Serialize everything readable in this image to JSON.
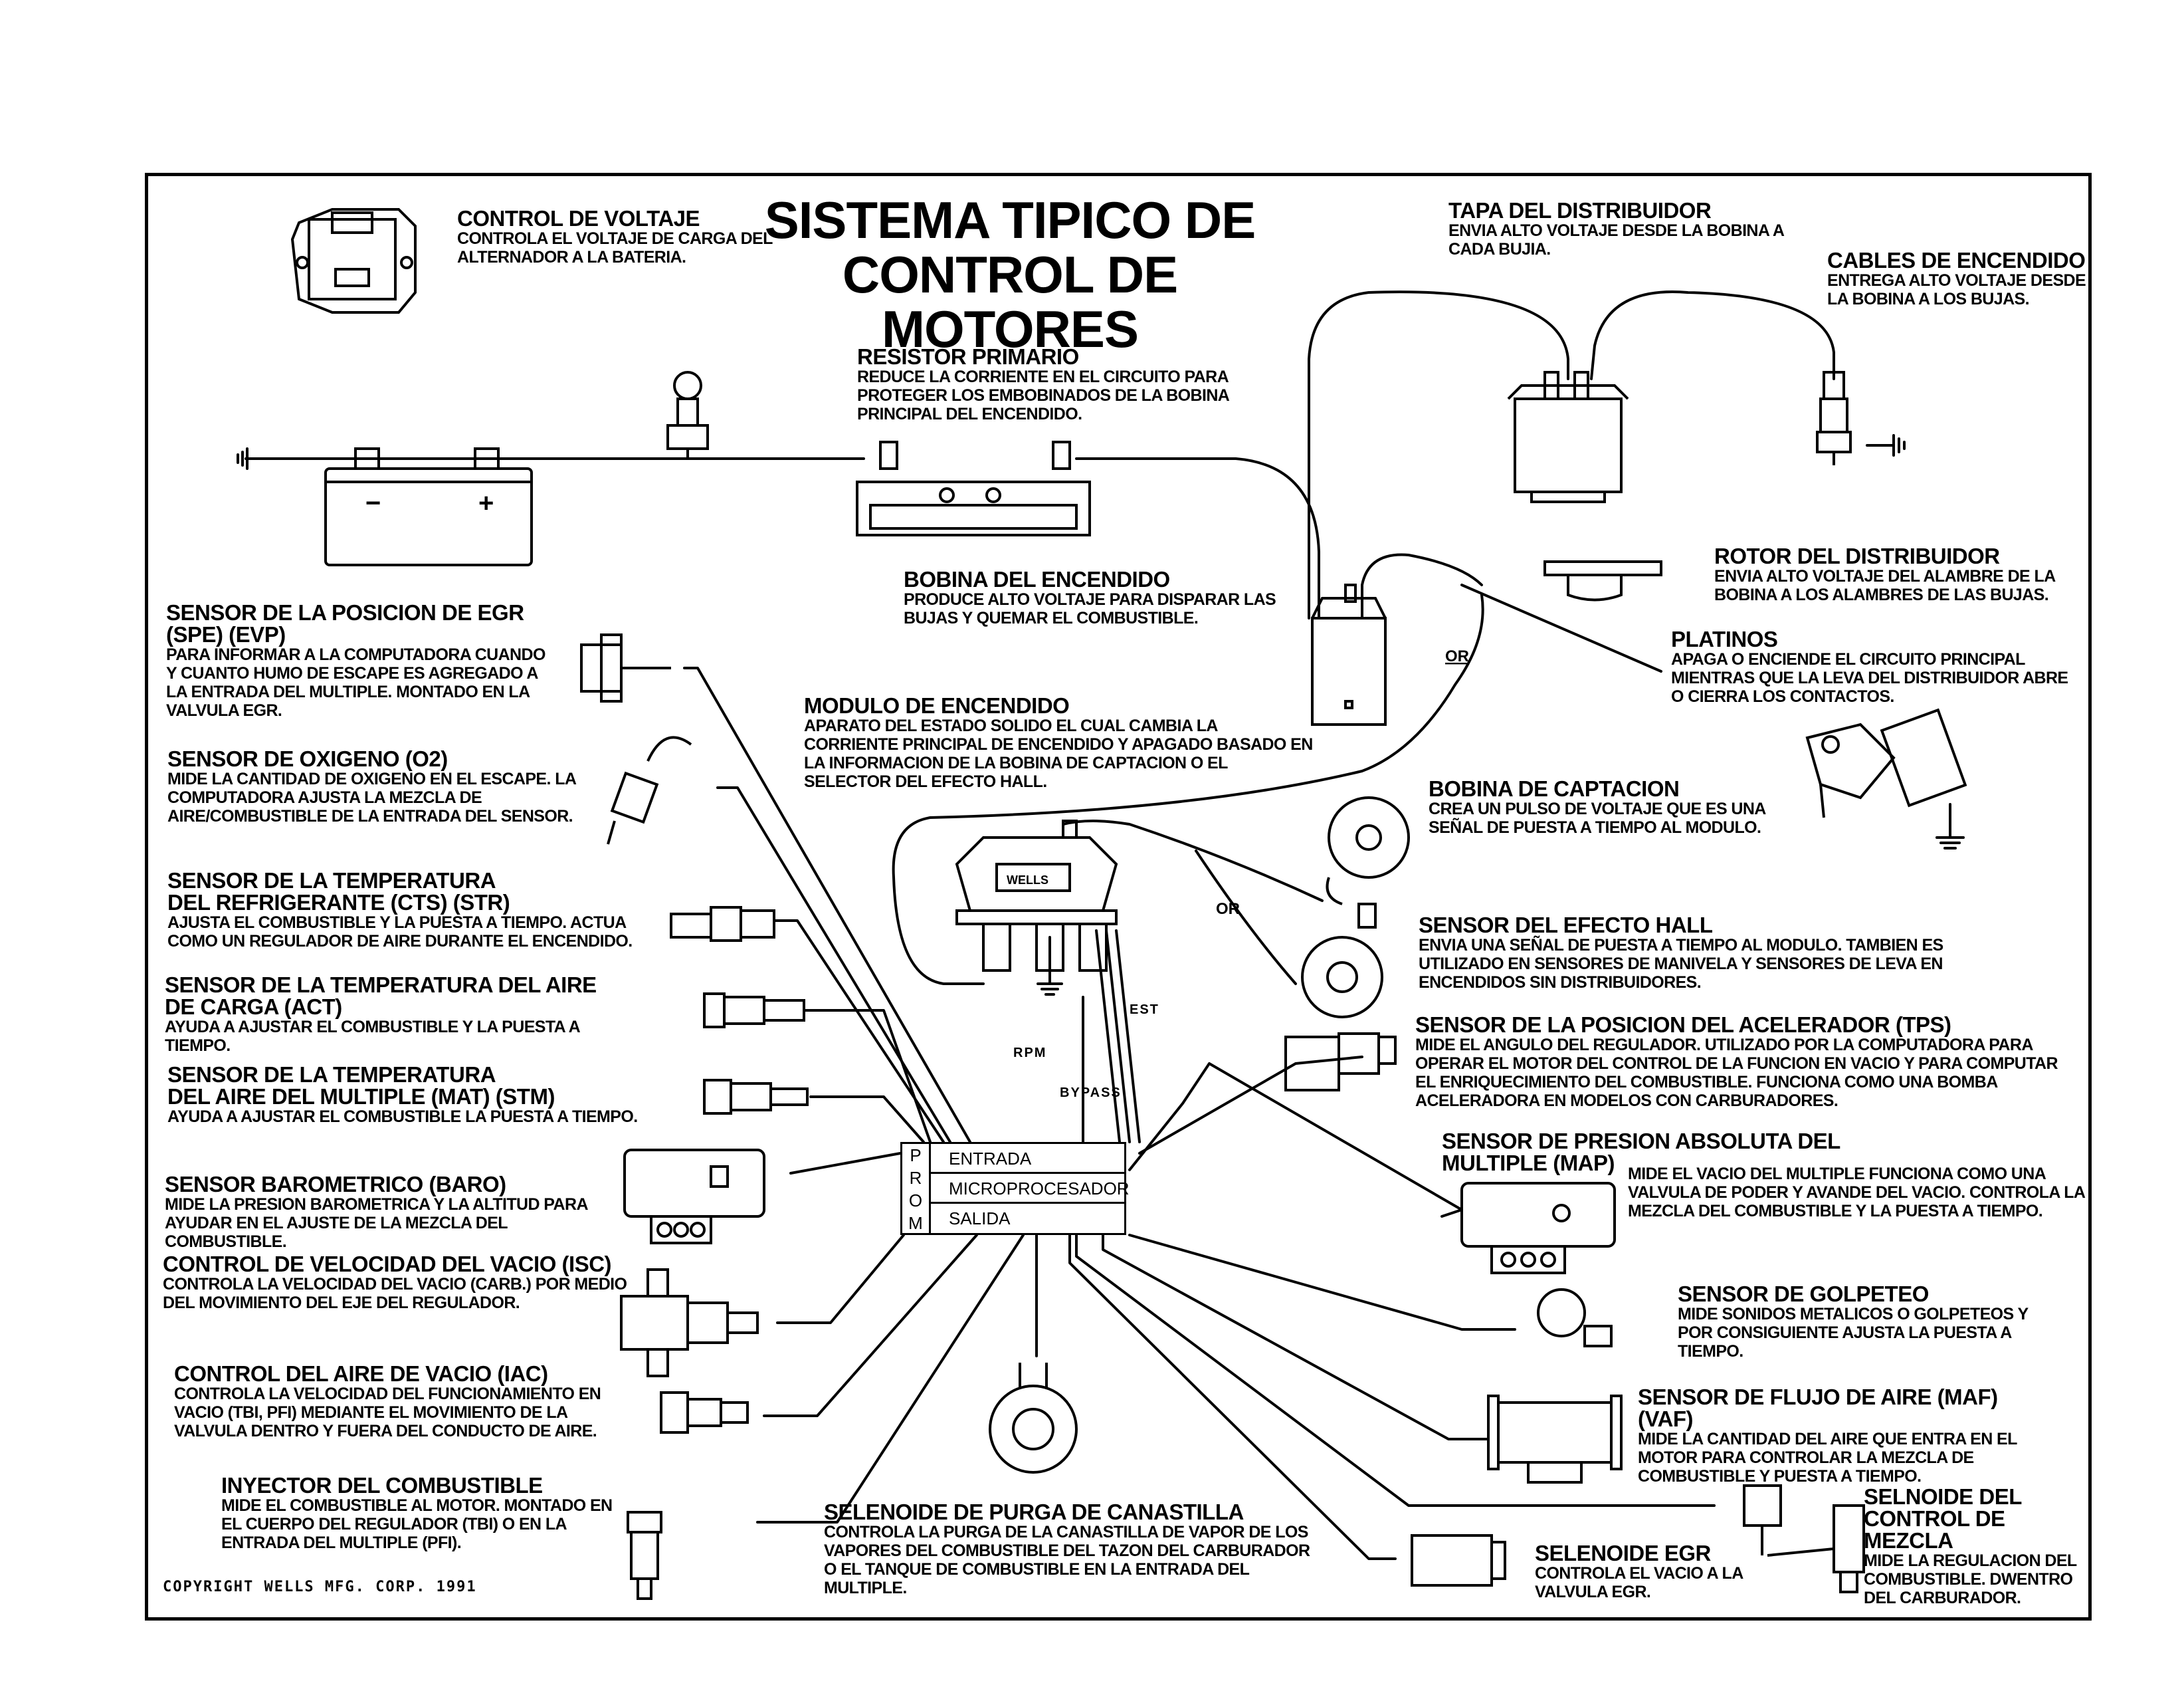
{
  "title_line1": "SISTEMA TIPICO DE",
  "title_line2": "CONTROL DE MOTORES",
  "copyright": "COPYRIGHT WELLS MFG. CORP. 1991",
  "components": {
    "voltage_control": {
      "name": "CONTROL DE VOLTAJE",
      "desc": "CONTROLA EL VOLTAJE DE CARGA DEL ALTERNADOR A LA BATERIA."
    },
    "distributor_cap": {
      "name": "TAPA DEL DISTRIBUIDOR",
      "desc": "ENVIA ALTO VOLTAJE DESDE LA BOBINA A CADA BUJIA."
    },
    "ignition_cables": {
      "name": "CABLES DE ENCENDIDO",
      "desc": "ENTREGA ALTO VOLTAJE DESDE LA BOBINA A LOS BUJAS."
    },
    "primary_resistor": {
      "name": "RESISTOR PRIMARIO",
      "desc": "REDUCE LA CORRIENTE EN EL CIRCUITO PARA PROTEGER LOS EMBOBINADOS DE LA BOBINA PRINCIPAL DEL ENCENDIDO."
    },
    "distributor_rotor": {
      "name": "ROTOR DEL DISTRIBUIDOR",
      "desc": "ENVIA ALTO VOLTAJE DEL ALAMBRE DE LA BOBINA A LOS ALAMBRES DE LAS BUJAS."
    },
    "ignition_coil": {
      "name": "BOBINA DEL ENCENDIDO",
      "desc": "PRODUCE ALTO VOLTAJE PARA DISPARAR LAS BUJAS Y QUEMAR EL COMBUSTIBLE."
    },
    "egr_position_sensor": {
      "name": "SENSOR DE LA POSICION DE EGR (SPE) (EVP)",
      "desc": "PARA INFORMAR A LA COMPUTADORA CUANDO Y CUANTO HUMO DE ESCAPE ES AGREGADO A LA ENTRADA DEL MULTIPLE. MONTADO EN LA VALVULA EGR."
    },
    "points": {
      "name": "PLATINOS",
      "desc": "APAGA O ENCIENDE EL CIRCUITO PRINCIPAL MIENTRAS QUE LA LEVA DEL DISTRIBUIDOR ABRE O CIERRA LOS CONTACTOS."
    },
    "ignition_module": {
      "name": "MODULO DE ENCENDIDO",
      "desc": "APARATO DEL ESTADO SOLIDO EL CUAL CAMBIA LA CORRIENTE PRINCIPAL DE ENCENDIDO Y APAGADO BASADO EN LA INFORMACION DE LA BOBINA DE CAPTACION O EL SELECTOR DEL EFECTO HALL."
    },
    "oxygen_sensor": {
      "name": "SENSOR DE OXIGENO (O2)",
      "desc": "MIDE LA CANTIDAD DE OXIGENO EN EL ESCAPE. LA COMPUTADORA AJUSTA LA MEZCLA DE AIRE/COMBUSTIBLE DE LA ENTRADA DEL SENSOR."
    },
    "pickup_coil": {
      "name": "BOBINA DE CAPTACION",
      "desc": "CREA UN PULSO DE VOLTAJE QUE ES UNA SEÑAL DE PUESTA A TIEMPO AL MODULO."
    },
    "coolant_temp_sensor": {
      "name_line1": "SENSOR DE LA TEMPERATURA",
      "name_line2": "DEL REFRIGERANTE (CTS) (STR)",
      "desc": "AJUSTA EL COMBUSTIBLE Y LA PUESTA A TIEMPO. ACTUA COMO UN REGULADOR DE AIRE DURANTE EL ENCENDIDO."
    },
    "hall_effect_sensor": {
      "name": "SENSOR DEL EFECTO HALL",
      "desc": "ENVIA UNA SEÑAL DE PUESTA A TIEMPO AL MODULO. TAMBIEN ES UTILIZADO EN SENSORES DE MANIVELA Y SENSORES DE LEVA EN ENCENDIDOS SIN DISTRIBUIDORES."
    },
    "charge_air_temp_sensor": {
      "name_line1": "SENSOR DE LA TEMPERATURA DEL AIRE",
      "name_line2": "DE CARGA (ACT)",
      "desc": "AYUDA A AJUSTAR EL COMBUSTIBLE Y LA PUESTA A TIEMPO."
    },
    "throttle_position_sensor": {
      "name": "SENSOR DE LA POSICION DEL ACELERADOR (TPS)",
      "desc": "MIDE EL ANGULO DEL REGULADOR. UTILIZADO POR LA COMPUTADORA PARA OPERAR EL MOTOR DEL CONTROL DE LA FUNCION EN VACIO Y PARA COMPUTAR EL ENRIQUECIMIENTO DEL COMBUSTIBLE. FUNCIONA COMO UNA BOMBA ACELERADORA EN MODELOS CON CARBURADORES."
    },
    "manifold_air_temp_sensor": {
      "name_line1": "SENSOR DE LA TEMPERATURA",
      "name_line2": "DEL AIRE DEL MULTIPLE (MAT) (STM)",
      "desc": "AYUDA A AJUSTAR EL COMBUSTIBLE LA PUESTA A TIEMPO."
    },
    "map_sensor": {
      "name": "SENSOR DE PRESION ABSOLUTA DEL MULTIPLE (MAP)",
      "desc": "MIDE EL VACIO DEL MULTIPLE FUNCIONA COMO UNA VALVULA DE PODER Y AVANDE DEL VACIO. CONTROLA LA MEZCLA DEL COMBUSTIBLE Y LA PUESTA A TIEMPO."
    },
    "baro_sensor": {
      "name": "SENSOR BAROMETRICO (BARO)",
      "desc": "MIDE LA PRESION BAROMETRICA Y LA ALTITUD PARA AYUDAR EN EL AJUSTE DE LA MEZCLA DEL COMBUSTIBLE."
    },
    "isc": {
      "name": "CONTROL DE VELOCIDAD DEL VACIO (ISC)",
      "desc": "CONTROLA LA VELOCIDAD DEL VACIO (CARB.) POR MEDIO DEL MOVIMIENTO DEL EJE DEL REGULADOR."
    },
    "knock_sensor": {
      "name": "SENSOR DE GOLPETEO",
      "desc": "MIDE SONIDOS METALICOS O GOLPETEOS Y POR CONSIGUIENTE AJUSTA LA PUESTA A TIEMPO."
    },
    "iac": {
      "name": "CONTROL DEL AIRE DE VACIO (IAC)",
      "desc": "CONTROLA LA VELOCIDAD DEL FUNCIONAMIENTO EN VACIO (TBI, PFI) MEDIANTE EL MOVIMIENTO DE LA VALVULA DENTRO Y FUERA DEL CONDUCTO DE AIRE."
    },
    "maf_sensor": {
      "name": "SENSOR DE FLUJO DE AIRE (MAF) (VAF)",
      "desc": "MIDE LA CANTIDAD DEL AIRE QUE ENTRA EN EL MOTOR PARA CONTROLAR LA MEZCLA DE COMBUSTIBLE Y PUESTA A TIEMPO."
    },
    "fuel_injector": {
      "name": "INYECTOR DEL COMBUSTIBLE",
      "desc": "MIDE EL COMBUSTIBLE AL MOTOR. MONTADO EN EL CUERPO DEL REGULADOR (TBI) O EN LA ENTRADA DEL MULTIPLE (PFI)."
    },
    "mixture_control_solenoid": {
      "name_line1": "SELNOIDE DEL",
      "name_line2": "CONTROL DE MEZCLA",
      "desc": "MIDE LA REGULACION DEL COMBUSTIBLE. DWENTRO DEL CARBURADOR."
    },
    "canister_purge_solenoid": {
      "name": "SELENOIDE DE PURGA DE CANASTILLA",
      "desc": "CONTROLA LA PURGA DE LA CANASTILLA DE VAPOR DE LOS VAPORES DEL COMBUSTIBLE DEL TAZON DEL CARBURADOR O EL TANQUE DE COMBUSTIBLE EN LA ENTRADA DEL MULTIPLE."
    },
    "egr_solenoid": {
      "name": "SELENOIDE EGR",
      "desc": "CONTROLA EL VACIO A LA VALVULA EGR."
    }
  },
  "prom": {
    "letters": [
      "P",
      "R",
      "O",
      "M"
    ],
    "rows": [
      "ENTRADA",
      "MICROPROCESADOR",
      "SALIDA"
    ]
  },
  "wire_labels": {
    "or1": "OR",
    "or2": "OR",
    "est": "EST",
    "rpm": "RPM",
    "bypass": "BYPASS"
  },
  "battery": {
    "minus": "−",
    "plus": "+"
  },
  "part_brand": "WELLS"
}
